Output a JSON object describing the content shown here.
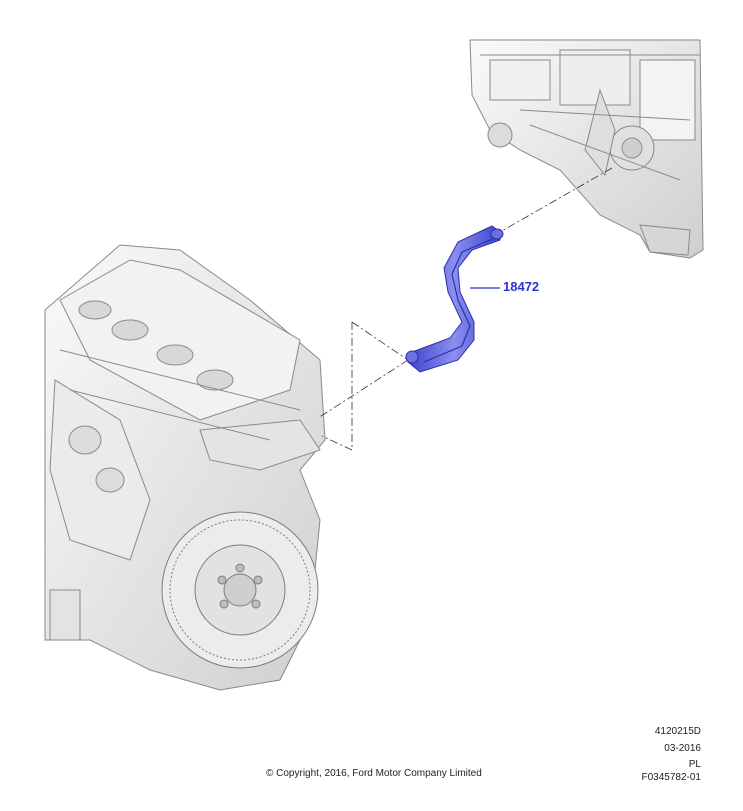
{
  "diagram": {
    "part_callout": "18472",
    "illustration_id": "4120215D",
    "date": "03-2016",
    "language": "PL",
    "figure_number": "F0345782-01",
    "copyright": "© Copyright, 2016, Ford Motor Company Limited",
    "colors": {
      "part_highlight": "#5a5fd8",
      "callout_text": "#2a33d6",
      "line_art": "#8a8a8a",
      "component_fill": "#e9e9e9"
    }
  }
}
